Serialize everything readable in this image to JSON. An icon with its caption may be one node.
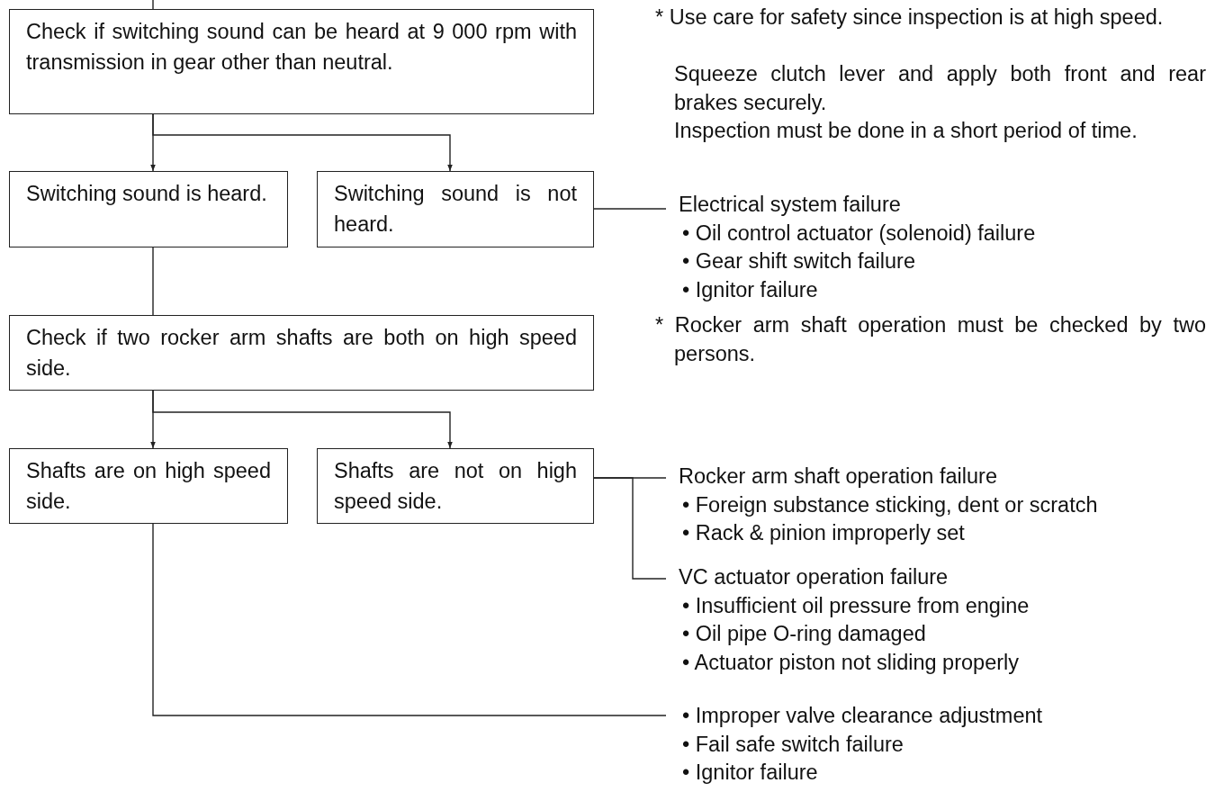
{
  "diagram": {
    "nodes": [
      {
        "text": [
          "Check if switching sound can be heard at 9 000 rpm with transmission in gear other than neutral."
        ]
      },
      {
        "text": [
          "Switching sound is heard."
        ]
      },
      {
        "text": [
          "Switching sound is not heard."
        ]
      },
      {
        "text": [
          "Electrical system failure",
          "• Oil control actuator (solenoid) failure",
          "• Gear shift switch failure",
          "• Ignitor failure"
        ]
      },
      {
        "text": [
          "Check if two rocker arm shafts are both on high speed side."
        ]
      },
      {
        "text": [
          "Shafts are on high speed side."
        ]
      },
      {
        "text": [
          "Shafts are not on high speed side."
        ]
      },
      {
        "text": [
          "Rocker arm shaft operation failure",
          "• Foreign substance sticking, dent or scratch",
          "• Rack & pinion improperly set"
        ]
      },
      {
        "text": [
          "VC actuator operation failure",
          "• Insufficient oil pressure from engine",
          "• Oil pipe O-ring damaged",
          "• Actuator piston not sliding properly"
        ]
      },
      {
        "text": [
          "• Improper valve clearance adjustment",
          "• Fail safe switch failure",
          "• Ignitor failure"
        ]
      }
    ],
    "edges": [
      {
        "from": null,
        "to": 0,
        "arrow": "none"
      },
      {
        "from": 0,
        "to": 1,
        "arrow": "to"
      },
      {
        "from": 0,
        "to": 2,
        "arrow": "to"
      },
      {
        "from": 2,
        "to": 3,
        "arrow": "none"
      },
      {
        "from": 1,
        "to": 4,
        "arrow": "none"
      },
      {
        "from": 4,
        "to": 5,
        "arrow": "to"
      },
      {
        "from": 4,
        "to": 6,
        "arrow": "to"
      },
      {
        "from": 6,
        "to": 7,
        "arrow": "none"
      },
      {
        "from": 6,
        "to": 8,
        "arrow": "none"
      },
      {
        "from": 5,
        "to": 9,
        "arrow": "none"
      }
    ],
    "labels": [
      "* Use care for safety since inspection is at high speed.",
      "Squeeze clutch lever and apply both front and rear brakes securely.",
      "Inspection must be done in a short period of time.",
      "* Rocker arm shaft operation must be checked by two persons."
    ]
  }
}
